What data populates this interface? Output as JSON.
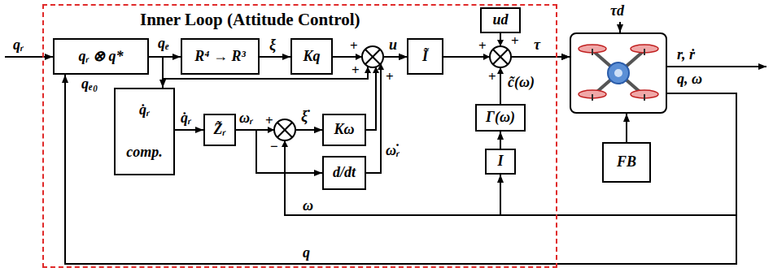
{
  "diagram": {
    "nodes": [
      {
        "text": [
          "Inner Loop (Attitude Control)"
        ]
      },
      {
        "text": [
          "qᵣ ⊗ q*"
        ],
        "in": 0
      },
      {
        "text": [
          "R⁴ → R³"
        ],
        "in": 0
      },
      {
        "text": [
          "Kq"
        ],
        "in": 0
      },
      {
        "text": [
          "Ĩ"
        ],
        "in": 0
      },
      {
        "text": [
          "ud"
        ],
        "in": 0
      },
      {
        "text": [
          "Γ(ω)"
        ],
        "in": 0
      },
      {
        "text": [
          "I"
        ],
        "in": 0
      },
      {
        "text": [
          "q̇ᵣ",
          "comp."
        ],
        "in": 0
      },
      {
        "text": [
          "Z̃ᵣ"
        ],
        "in": 0
      },
      {
        "text": [
          "Kω"
        ],
        "in": 0
      },
      {
        "text": [
          "d/dt"
        ],
        "in": 0
      },
      {
        "text": [
          "r, ṙ",
          "q, ω"
        ]
      },
      {
        "text": [
          "FB"
        ]
      }
    ],
    "edges": [
      {
        "from": 1,
        "to": 2,
        "arrow": "to"
      },
      {
        "from": 2,
        "to": 3,
        "arrow": "to"
      },
      {
        "from": 3,
        "to": 4,
        "arrow": "to"
      },
      {
        "from": 1,
        "to": 8,
        "arrow": "to"
      },
      {
        "from": 1,
        "to": 4,
        "arrow": "to"
      },
      {
        "from": 10,
        "to": 4,
        "arrow": "to"
      },
      {
        "from": 11,
        "to": 4,
        "arrow": "to"
      },
      {
        "from": 4,
        "to": 12,
        "arrow": "to"
      },
      {
        "from": 5,
        "to": 12,
        "arrow": "to"
      },
      {
        "from": 6,
        "to": 12,
        "arrow": "to"
      },
      {
        "from": 7,
        "to": 6,
        "arrow": "to"
      },
      {
        "from": 8,
        "to": 9,
        "arrow": "to"
      },
      {
        "from": 9,
        "to": 10,
        "arrow": "to"
      },
      {
        "from": 9,
        "to": 11,
        "arrow": "to"
      },
      {
        "from": 12,
        "to": 1,
        "arrow": "to"
      },
      {
        "from": 12,
        "to": 10,
        "arrow": "to"
      },
      {
        "from": 12,
        "to": 7,
        "arrow": "to"
      },
      {
        "from": 13,
        "to": 12,
        "arrow": "to"
      }
    ],
    "labels": [
      "qᵣ",
      "qₑ",
      "ξ",
      "+",
      "u",
      "+",
      "τ",
      "+",
      "qₑ₀",
      "+",
      "q̇ᵣ",
      "ωᵣ",
      "+",
      "ξ̇",
      "−",
      "ω̇ᵣ",
      "+",
      "+",
      "c̃(ω)",
      "ω",
      "q",
      "τd"
    ]
  }
}
